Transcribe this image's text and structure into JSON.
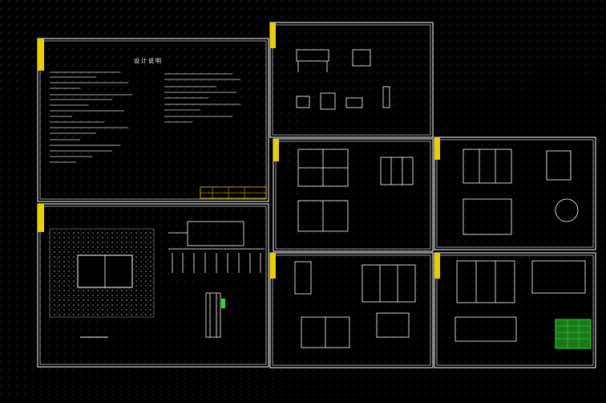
{
  "viewport": {
    "background": "#000000",
    "grid_color": "#5a5a5a",
    "line_color": "#ffffff",
    "accent_yellow": "#e8d000",
    "accent_green": "#3bd13b"
  },
  "sheets": [
    {
      "id": "general-notes",
      "title": "设计说明",
      "kind": "notes"
    },
    {
      "id": "site-plan",
      "title": "",
      "kind": "plan"
    },
    {
      "id": "detail-sheet",
      "title": "",
      "kind": "details"
    },
    {
      "id": "floor-plans",
      "title": "",
      "kind": "plans"
    },
    {
      "id": "elevations",
      "title": "",
      "kind": "elevations"
    },
    {
      "id": "section-sheet",
      "title": "",
      "kind": "sections"
    },
    {
      "id": "foundation-sheet",
      "title": "",
      "kind": "foundation"
    }
  ]
}
